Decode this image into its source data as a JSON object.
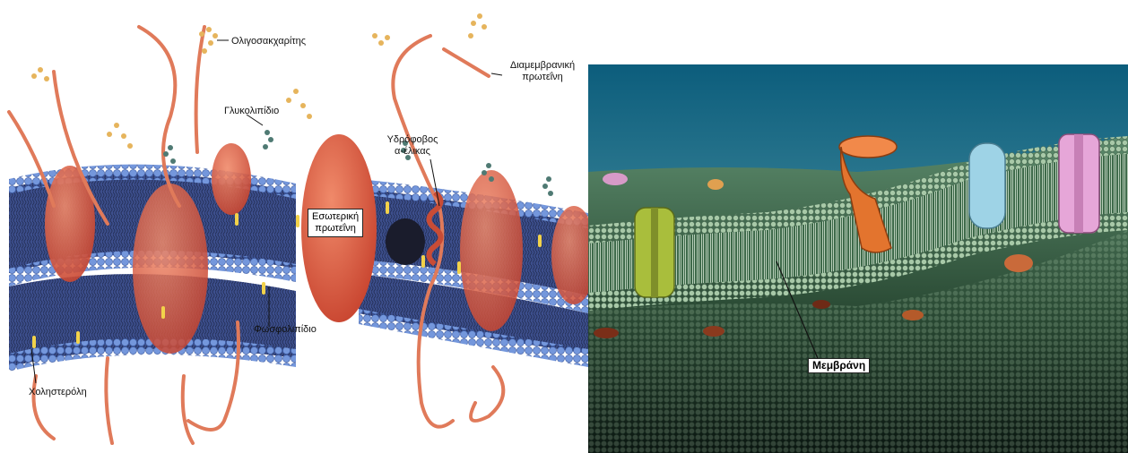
{
  "left_diagram": {
    "labels": {
      "oligosaccharide": "Ολιγοσακχαρίτης",
      "transmembrane_protein_line1": "Διαμεμβρανική",
      "transmembrane_protein_line2": "πρωτεΐνη",
      "glycolipid": "Γλυκολιπίδιο",
      "hydrophobic_helix_line1": "Υδρόφοβος",
      "hydrophobic_helix_line2": "α-έλικας",
      "inner_protein_line1": "Εσωτερική",
      "inner_protein_line2": "πρωτεΐνη",
      "phospholipid": "Φωσφολιπίδιο",
      "cholesterol": "Χοληστερόλη"
    },
    "colors": {
      "head": "#6f8fd6",
      "protein": "#e0654a",
      "chain": "#e89460",
      "sugar": "#e6b45c",
      "glycolipid": "#4f7a73"
    }
  },
  "right_diagram": {
    "labels": {
      "membrane": "Μεμβράνη"
    },
    "colors": {
      "sky": "#5fa3b2",
      "membrane": "#5d8a6f",
      "protein_yellow_green": "#a9be3c",
      "protein_orange": "#e3742e",
      "protein_light_blue": "#9ed3e6",
      "protein_pink": "#e6a6d8"
    }
  }
}
